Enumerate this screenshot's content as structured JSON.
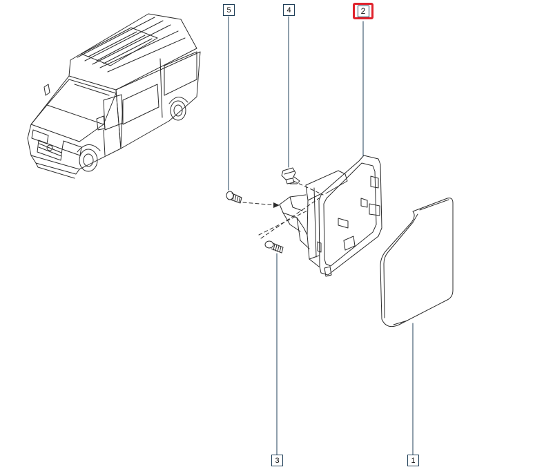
{
  "callouts": {
    "c1": "1",
    "c2": "2",
    "c3": "3",
    "c4": "4",
    "c5": "5"
  },
  "highlighted_callout": "2",
  "colors": {
    "line": "#2b2b2b",
    "leader": "#1f3f58",
    "highlight": "#e0222c",
    "background": "#ffffff"
  }
}
